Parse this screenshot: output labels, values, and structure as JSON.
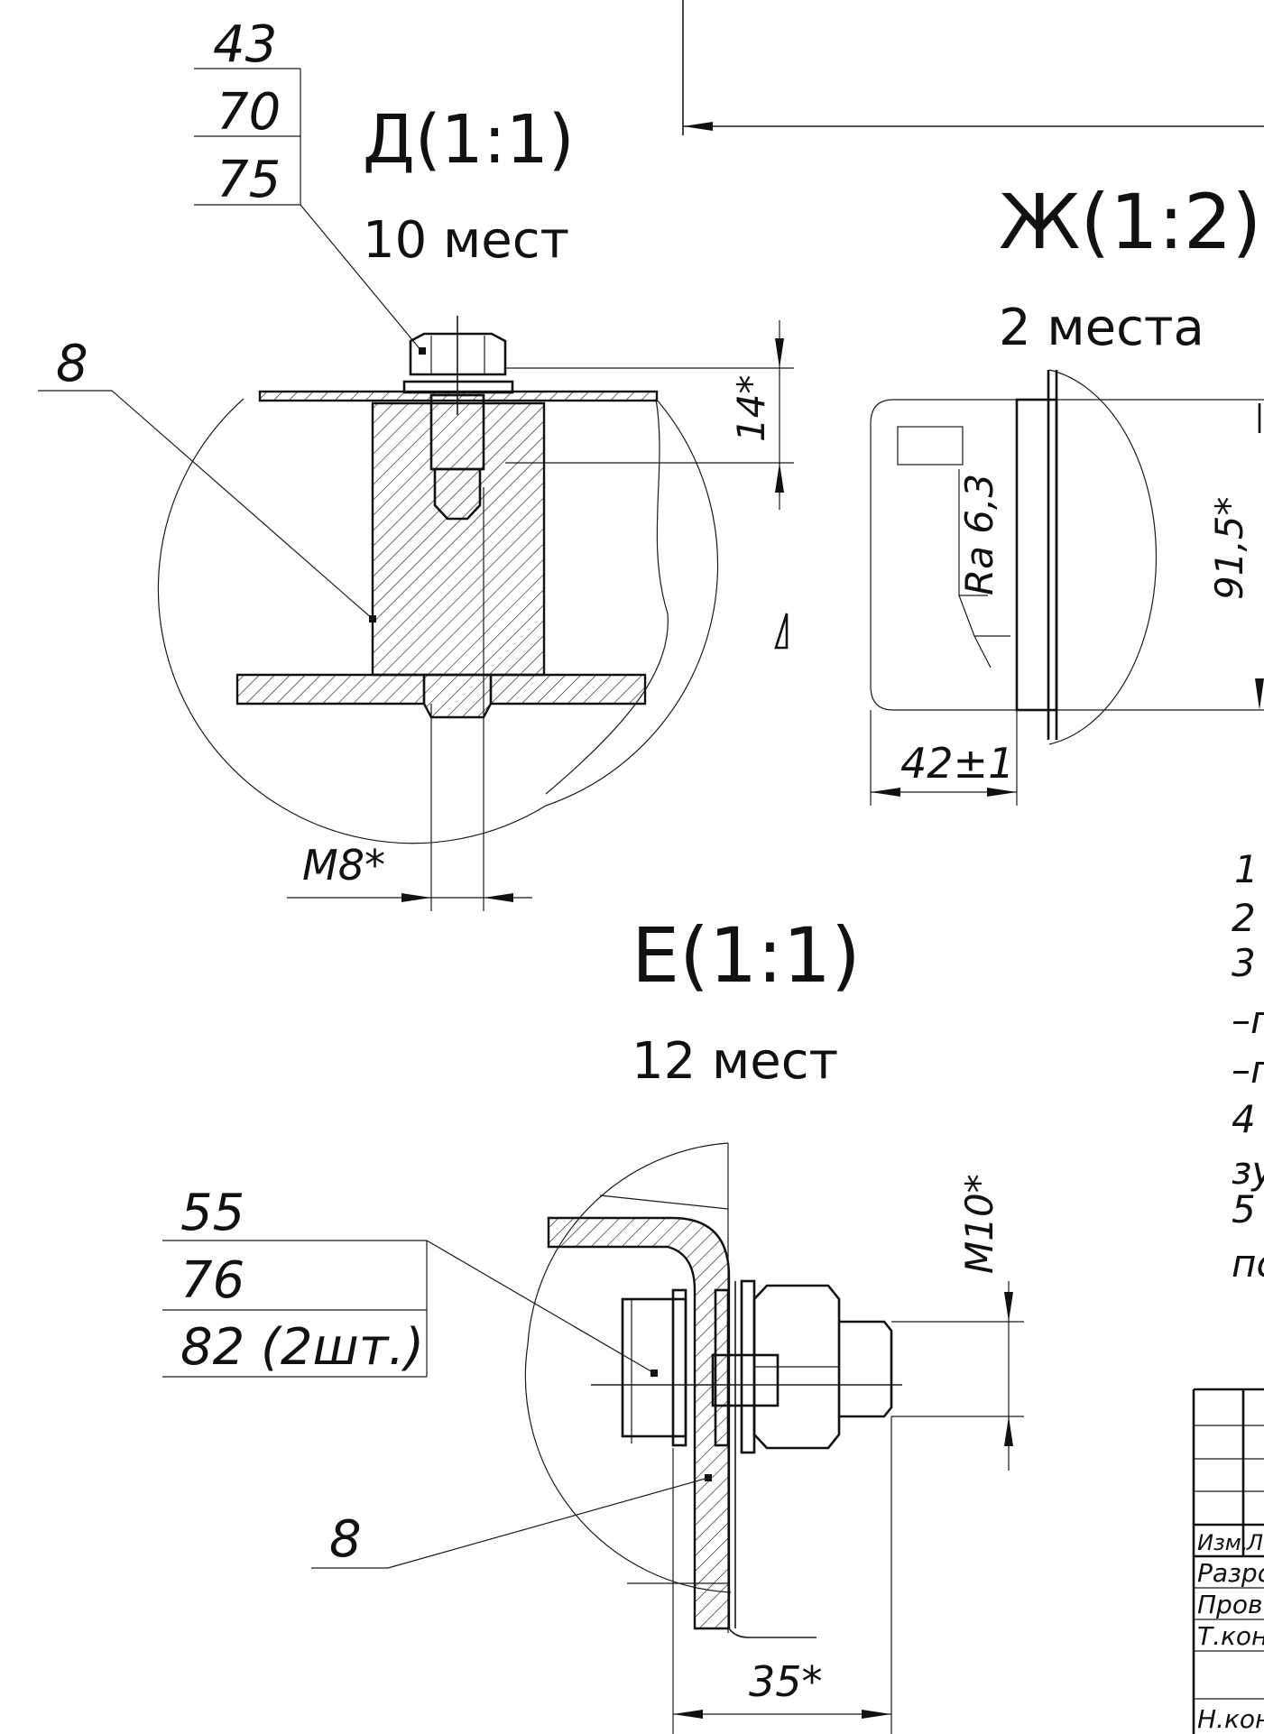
{
  "view_d": {
    "title": "Д(1:1)",
    "count": "10 мест",
    "leader_numbers": [
      "43",
      "70",
      "75"
    ],
    "part_label": "8",
    "dim_height": "14*",
    "dim_thread": "M8*"
  },
  "view_zh": {
    "title": "Ж(1:2)",
    "count": "2 места",
    "roughness": "Ra 6,3",
    "dim_height": "91,5*",
    "dim_width": "42±1"
  },
  "view_e": {
    "title": "Е(1:1)",
    "count": "12 мест",
    "leader_numbers": [
      "55",
      "76",
      "82 (2шт.)"
    ],
    "part_label": "8",
    "dim_thread": "M10*",
    "dim_length": "35*"
  },
  "notes_fragment": [
    "1",
    "2",
    "3",
    "–п",
    "–п",
    "4",
    "зу",
    "5",
    "пс"
  ],
  "title_block": [
    "Изм.",
    "Л",
    "Разрс",
    "Пров.",
    "Т.конт",
    "Н.конт"
  ]
}
